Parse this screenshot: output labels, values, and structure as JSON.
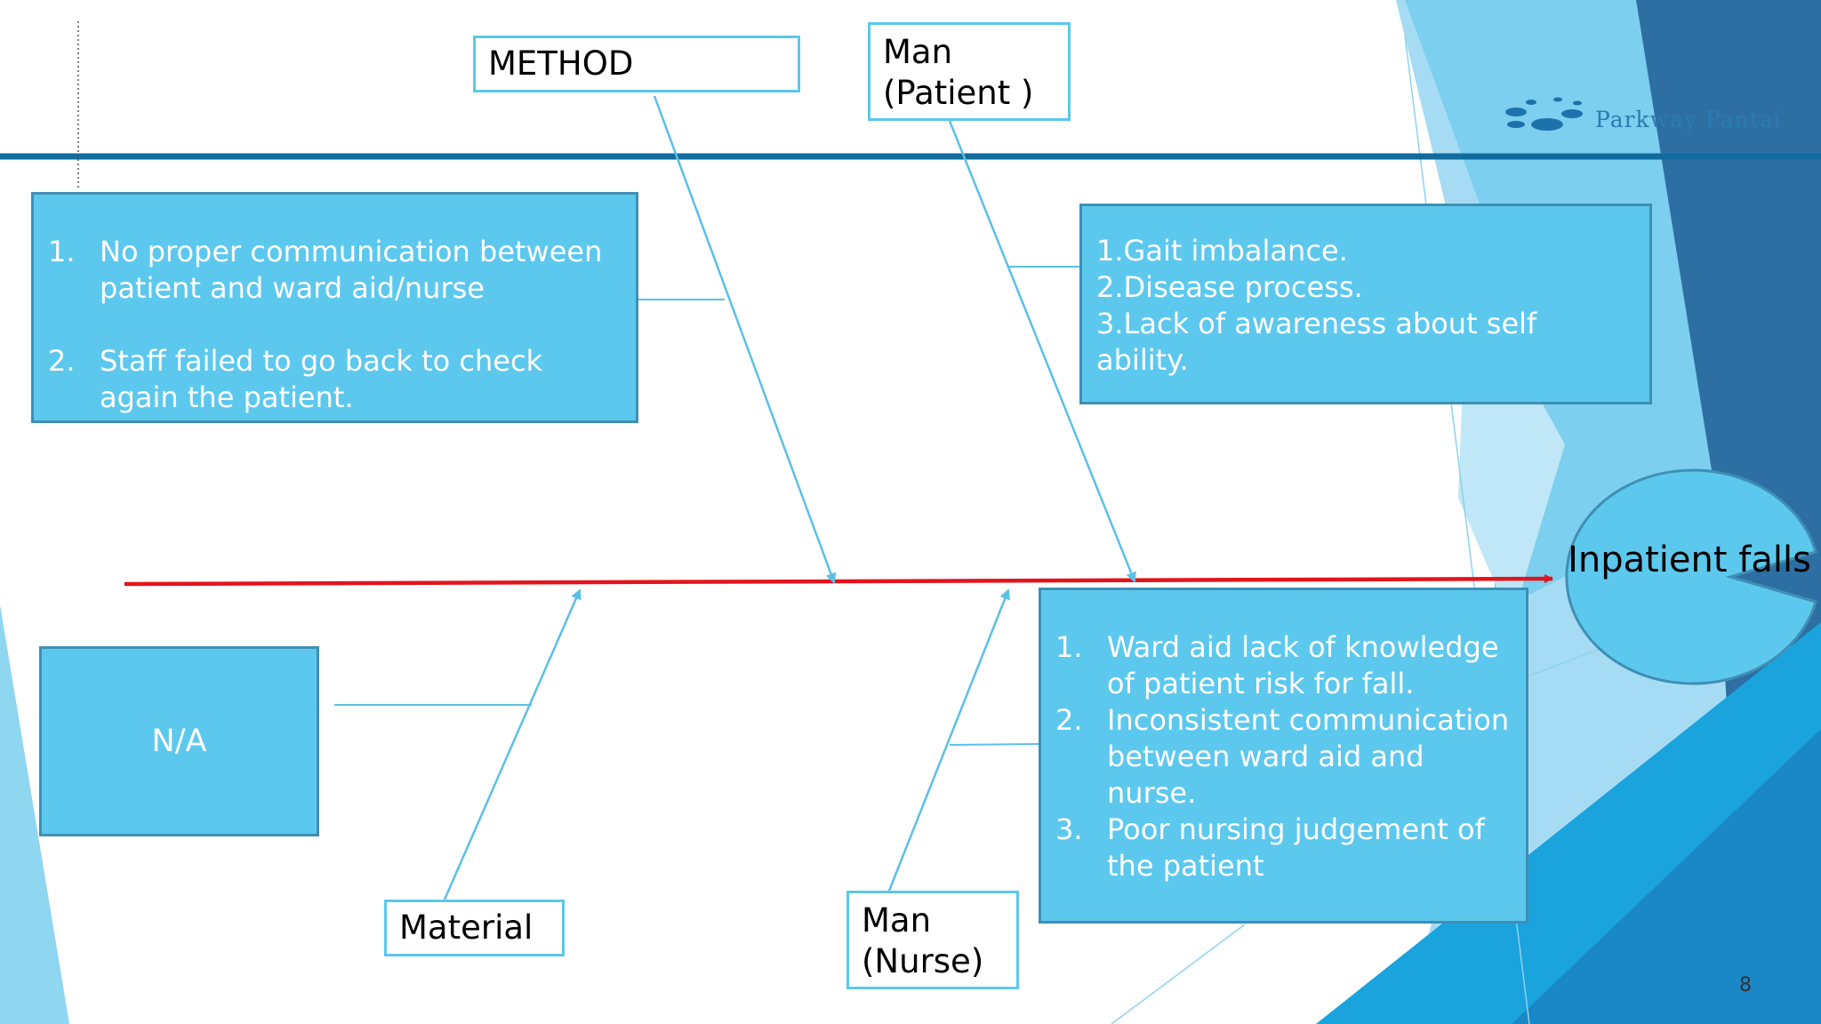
{
  "slide": {
    "number": "8"
  },
  "logo": {
    "text": "Parkway Pantai"
  },
  "effect": {
    "label": "Inpatient falls"
  },
  "categories": {
    "method": {
      "label": "METHOD"
    },
    "man_patient": {
      "line1": "Man",
      "line2": "(Patient )"
    },
    "material": {
      "label": "Material"
    },
    "man_nurse": {
      "line1": "Man",
      "line2": "(Nurse)"
    }
  },
  "causes": {
    "method": [
      {
        "marker": "1.",
        "text": "No proper communication between patient and ward aid/nurse"
      },
      {
        "marker": "2.",
        "text": "Staff failed to go back to check again the patient."
      }
    ],
    "man_patient": [
      {
        "text": "1.Gait imbalance."
      },
      {
        "text": "2.Disease process."
      },
      {
        "text": "3.Lack of awareness about self ability."
      }
    ],
    "material": {
      "text": "N/A"
    },
    "man_nurse": [
      {
        "marker": "1.",
        "text": "Ward aid lack of knowledge of patient risk for fall."
      },
      {
        "marker": "2.",
        "text": "Inconsistent communication between ward aid and nurse."
      },
      {
        "marker": "3.",
        "text": "Poor nursing judgement of the patient"
      }
    ]
  },
  "colors": {
    "spine": "#e3141b",
    "connector": "#5bc0e6",
    "box_fill": "#5dc8ee",
    "header_rule": "#0f6c9c"
  }
}
